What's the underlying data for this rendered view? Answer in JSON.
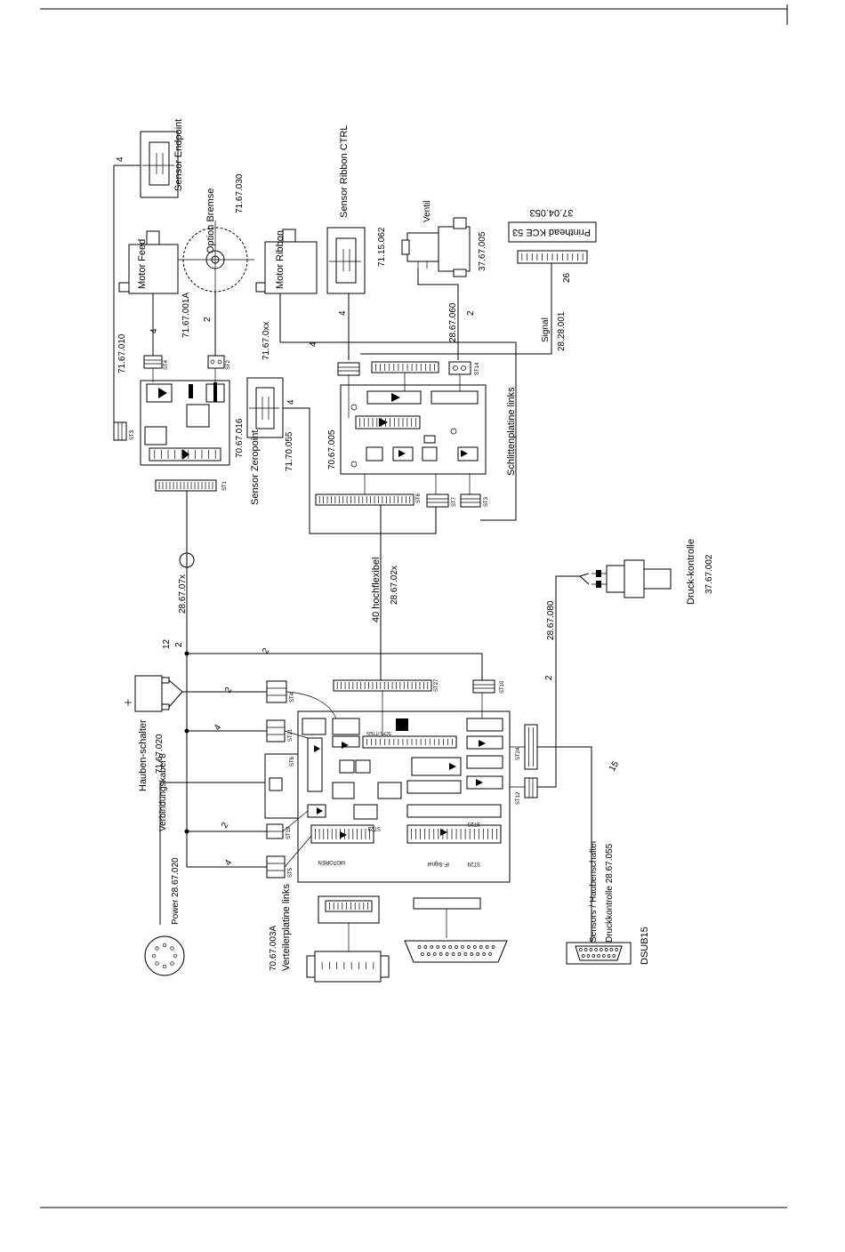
{
  "labels": {
    "sensor_endpoint": "Sensor Endpoint",
    "option_bremse": "Option Bremse",
    "code_71_67_030": "71.67.030",
    "motor_feed": "Motor Feed",
    "code_71_67_001a": "71.67.001A",
    "motor_ribbon": "Motor Ribbon",
    "code_71_67_0xx": "71.67.0xx",
    "sensor_ribbon_ctrl": "Sensor Ribbon CTRL",
    "code_71_15_062": "71.15.062",
    "ventil": "Ventil",
    "code_37_67_005": "37.67.005",
    "code_28_67_060": "28.67.060",
    "printhead": "Printhead KCE 53",
    "code_37_04_053": "37.04.053",
    "signal": "Signal",
    "code_28_28_001": "28.28.001",
    "code_71_67_010": "71.67.010",
    "code_70_67_016": "70.67.016",
    "sensor_zeropoint": "Sensor Zeropoint",
    "code_71_70_055": "71.70.055",
    "code_70_67_005": "70.67.005",
    "schlittenplatine": "Schlittenplatine links",
    "code_28_67_07x": "28.67.07x",
    "hochflexibel": "40 hochflexibel",
    "code_28_67_02x": "28.67.02x",
    "code_28_67_080": "28.67.080",
    "druckkontrolle": "Druck-kontrolle",
    "code_37_67_002": "37.67.002",
    "haubenschalter": "Hauben-schalter",
    "code_71_67_020": "71.67.020",
    "verbindungskabel": "Verbindungskabel 8",
    "power": "Power 28.67.020",
    "code_70_67_003a": "70.67.003A",
    "verteilerplatine": "Verteilerplatine links",
    "sensors_haubenschalter": "Sensors / Haubenschalter",
    "druckkontrolle_code": "Druckkontrolle 28.67.055",
    "dsub15": "DSUB15"
  },
  "wire_counts": {
    "w4_endpoint": "4",
    "w2_bremse": "2",
    "w4_feed": "4",
    "w4_ribbon_sensor": "4",
    "w4_ribbon": "4",
    "w2_ventil": "2",
    "w26_printhead": "26",
    "w4_zeropoint": "4",
    "w12_main": "12",
    "w2_main": "2",
    "w2_haube": "2",
    "w4_st21": "4",
    "w2_st19": "2",
    "w4_st5": "4",
    "w2_druck": "2",
    "w15_sensors": "15"
  },
  "connectors": {
    "st1": "ST1",
    "st2": "ST2",
    "st3": "ST3",
    "st4": "ST4",
    "st5": "ST5",
    "st6": "ST6",
    "st7": "ST7",
    "st10": "ST10",
    "st12": "ST12",
    "st14": "ST14",
    "st19": "ST19",
    "st21": "ST21",
    "st22": "ST22",
    "st23": "ST23",
    "st24": "ST24",
    "st25": "ST25",
    "st27": "ST27",
    "st29": "ST29",
    "schlitten": "SCHLITTEN",
    "motoren": "MOTOREN",
    "if_signal": "IF-Signal"
  }
}
